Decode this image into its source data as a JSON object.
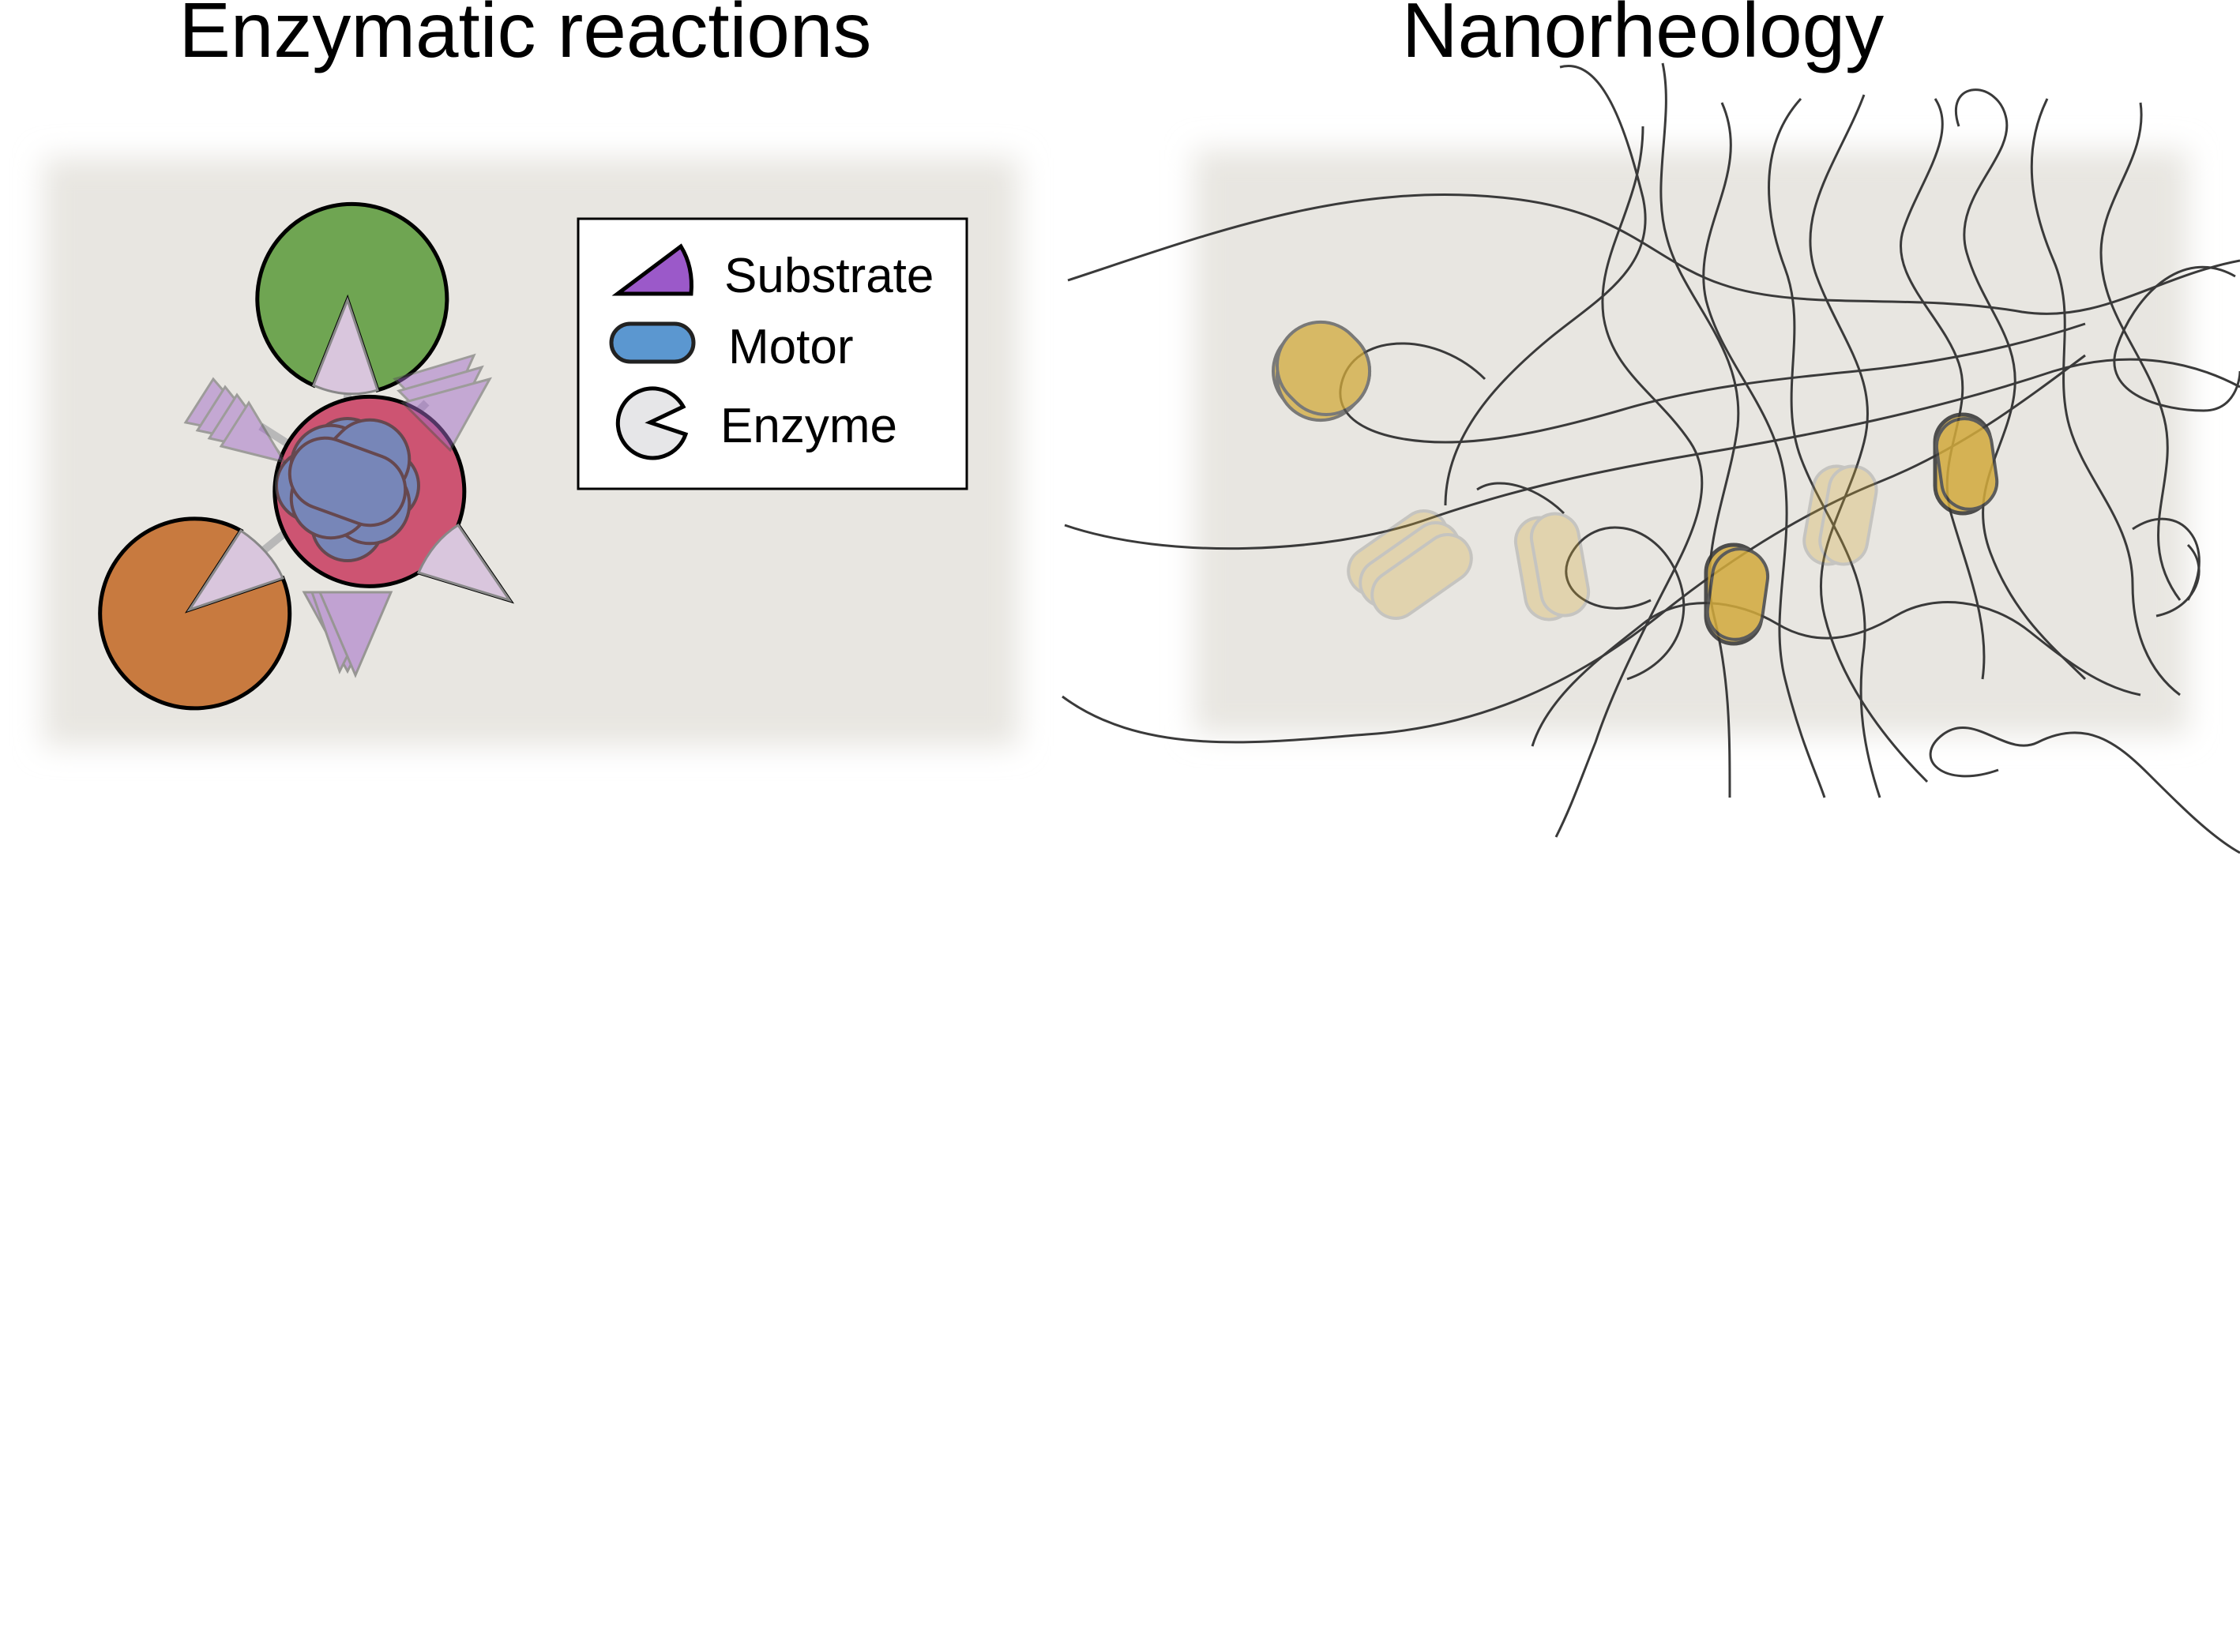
{
  "panels": {
    "left": {
      "title": "Enzymatic reactions"
    },
    "right": {
      "title": "Nanorheology"
    }
  },
  "legend": {
    "items": [
      {
        "label": "Substrate",
        "icon": "substrate-triangle-icon",
        "color": "#9b59c9"
      },
      {
        "label": "Motor",
        "icon": "motor-capsule-icon",
        "color": "#5b97d0"
      },
      {
        "label": "Enzyme",
        "icon": "enzyme-pacman-icon",
        "color": "#e6e6e8"
      }
    ]
  },
  "colors": {
    "background_box": "#e8e6e1",
    "enzyme_green": "#6fa552",
    "enzyme_orange": "#c87a3f",
    "enzyme_red": "#cd5472",
    "motor_blue": "#5b97d0",
    "substrate_purple": "#a26bc6",
    "substrate_light": "#d9c6dd",
    "probe_gold": "#d2aa3c",
    "fiber": "#3a3a3a"
  }
}
